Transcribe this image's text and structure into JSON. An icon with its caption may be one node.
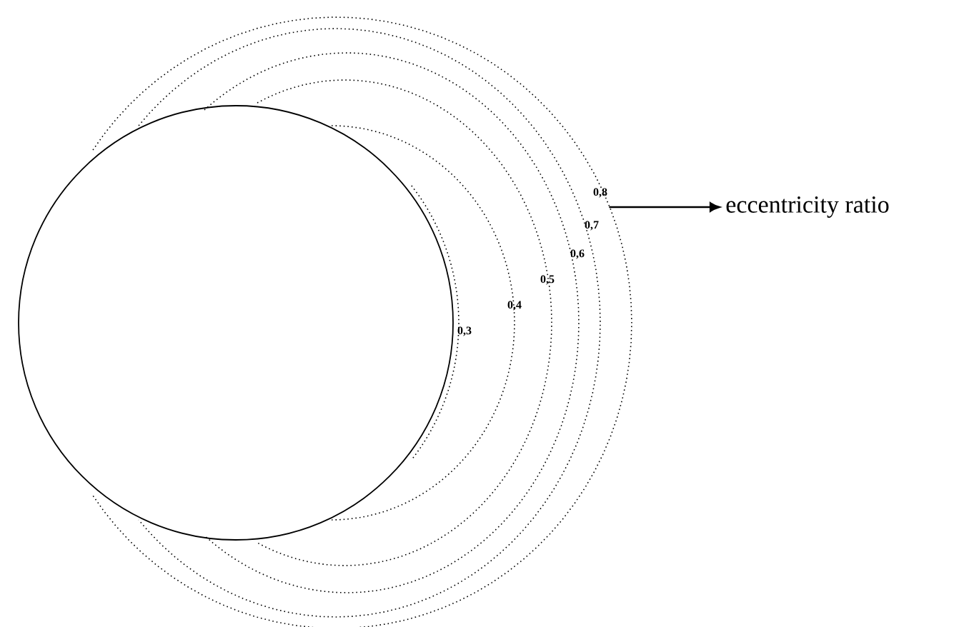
{
  "diagram": {
    "nodes": [
      {
        "text": [
          "0,8"
        ]
      },
      {
        "text": [
          "eccentricity ratio"
        ]
      }
    ],
    "edges": [
      {
        "from": 0,
        "to": 1,
        "arrow": "to"
      }
    ],
    "labels": [
      "0,3",
      "0,4",
      "0,5",
      "0,6",
      "0,7"
    ]
  }
}
